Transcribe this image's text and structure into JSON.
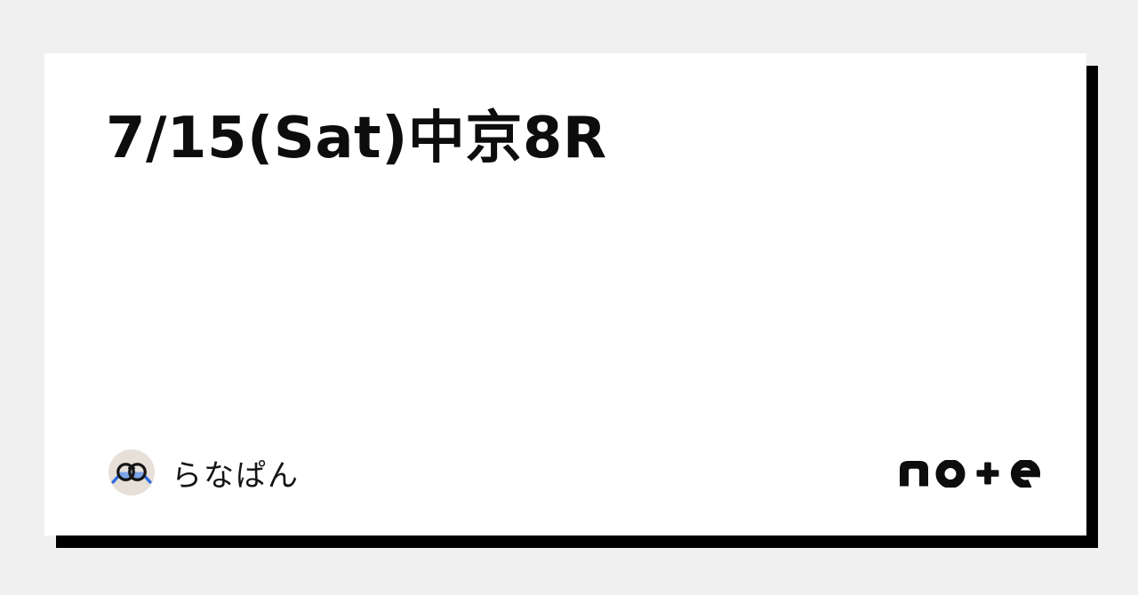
{
  "page": {
    "background_color": "#f0f0f0",
    "card_color": "#ffffff",
    "shadow_color": "#000000"
  },
  "article": {
    "title": "7/15(Sat)中京8R"
  },
  "author": {
    "name": "らなぱん",
    "avatar": {
      "icon": "glasses-icon",
      "background_color": "#e7e0d9",
      "frame_color": "#151515",
      "temple_color": "#2e6ae0",
      "lens_tint_color": "#7da4ea"
    }
  },
  "brand": {
    "logo_text": "no+e",
    "logo_color": "#0d0d0d"
  }
}
